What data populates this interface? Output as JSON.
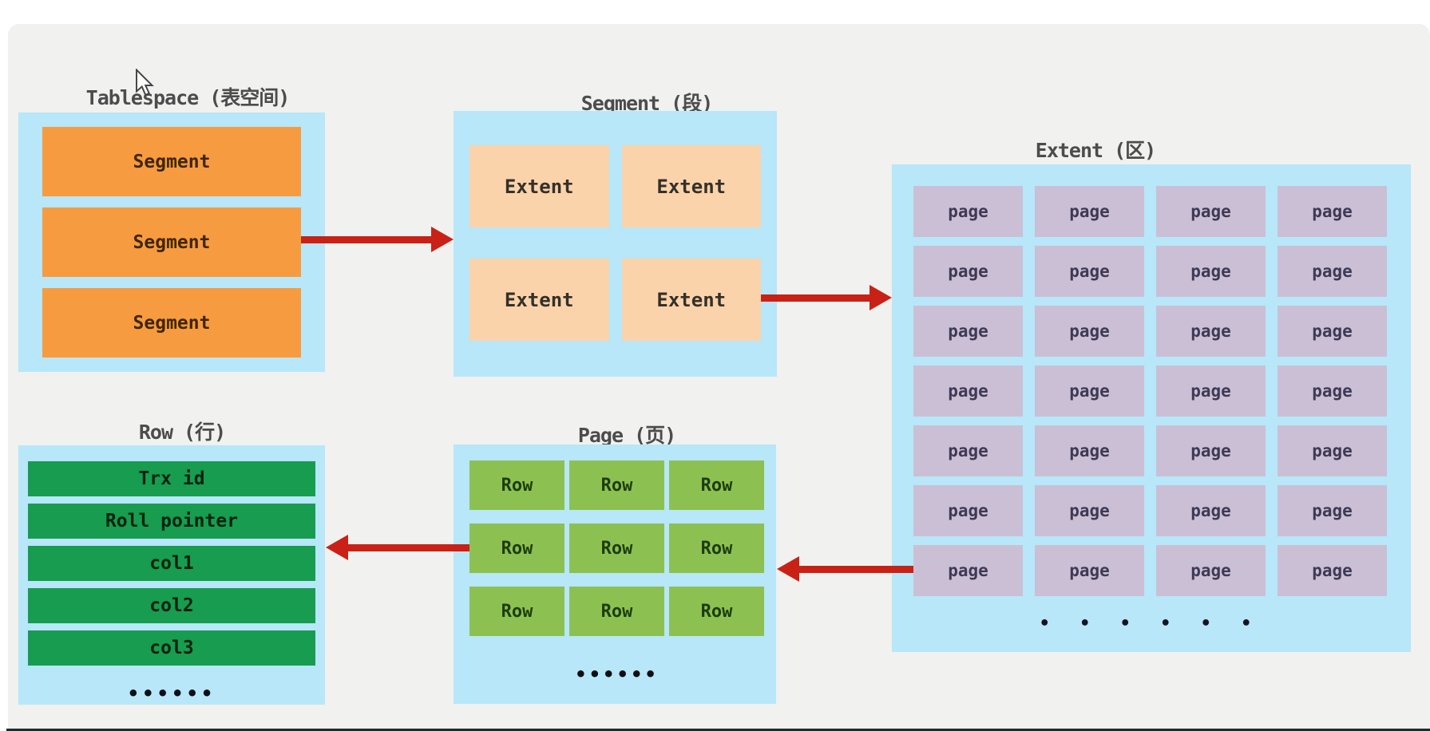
{
  "colors": {
    "panel": "#f1f1ef",
    "blue": "#b7e7f8",
    "orange": "#f79b41",
    "peach": "#fbd3aa",
    "purple": "#cbbfd5",
    "green": "#8cc152",
    "dkgreen": "#189c4f",
    "red": "#c92116",
    "title": "#4c4c4c",
    "edge": "#1e2b2b"
  },
  "sections": {
    "tablespace": {
      "title": "Tablespace (表空间)",
      "segments": [
        "Segment",
        "Segment",
        "Segment"
      ]
    },
    "segment": {
      "title": "Segment (段)",
      "extents": [
        "Extent",
        "Extent",
        "Extent",
        "Extent"
      ]
    },
    "extent": {
      "title": "Extent (区)",
      "pages": [
        "page",
        "page",
        "page",
        "page",
        "page",
        "page",
        "page",
        "page",
        "page",
        "page",
        "page",
        "page",
        "page",
        "page",
        "page",
        "page",
        "page",
        "page",
        "page",
        "page",
        "page",
        "page",
        "page",
        "page",
        "page",
        "page",
        "page",
        "page"
      ],
      "ellipsis": "• • • • • •"
    },
    "page": {
      "title": "Page (页)",
      "rows": [
        "Row",
        "Row",
        "Row",
        "Row",
        "Row",
        "Row",
        "Row",
        "Row",
        "Row"
      ],
      "ellipsis": "••••••"
    },
    "row": {
      "title": "Row (行)",
      "fields": [
        "Trx id",
        "Roll pointer",
        "col1",
        "col2",
        "col3"
      ],
      "ellipsis": "••••••"
    }
  }
}
